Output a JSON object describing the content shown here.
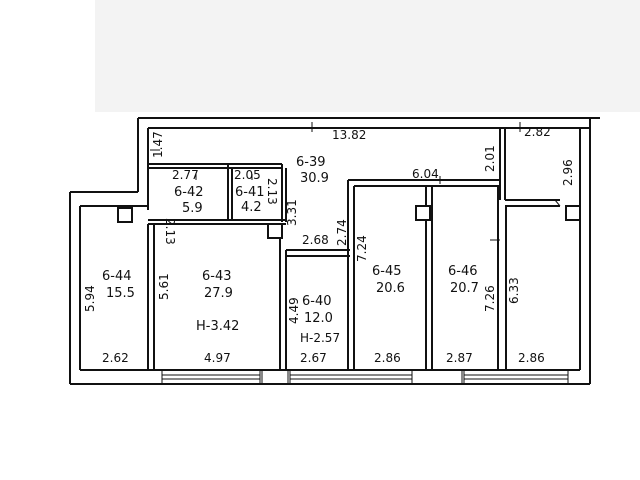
{
  "plan": {
    "rooms": [
      {
        "id": "r39",
        "code": "6-39",
        "area": "30.9"
      },
      {
        "id": "r42",
        "code": "6-42",
        "area": "5.9"
      },
      {
        "id": "r41",
        "code": "6-41",
        "area": "4.2"
      },
      {
        "id": "r44",
        "code": "6-44",
        "area": "15.5"
      },
      {
        "id": "r43",
        "code": "6-43",
        "area": "27.9"
      },
      {
        "id": "r40",
        "code": "6-40",
        "area": "12.0"
      },
      {
        "id": "r45",
        "code": "6-45",
        "area": "20.6"
      },
      {
        "id": "r46",
        "code": "6-46",
        "area": "20.7"
      }
    ],
    "heights": {
      "main": "H-3.42",
      "small": "H-2.57"
    },
    "dimensions": {
      "d1382": "13.82",
      "d282": "2.82",
      "d147": "1.47",
      "d201": "2.01",
      "d296": "2.96",
      "d277": "2.77",
      "d205": "2.05",
      "d213a": "2.13",
      "d213b": "2.13",
      "d331": "3.31",
      "d604": "6.04",
      "d274": "2.74",
      "d268": "2.68",
      "d724": "7.24",
      "d726": "7.26",
      "d633": "6.33",
      "d594": "5.94",
      "d561": "5.61",
      "d449": "4.49",
      "d262": "2.62",
      "d497": "4.97",
      "d267": "2.67",
      "d286a": "2.86",
      "d287": "2.87",
      "d286b": "2.86"
    }
  }
}
